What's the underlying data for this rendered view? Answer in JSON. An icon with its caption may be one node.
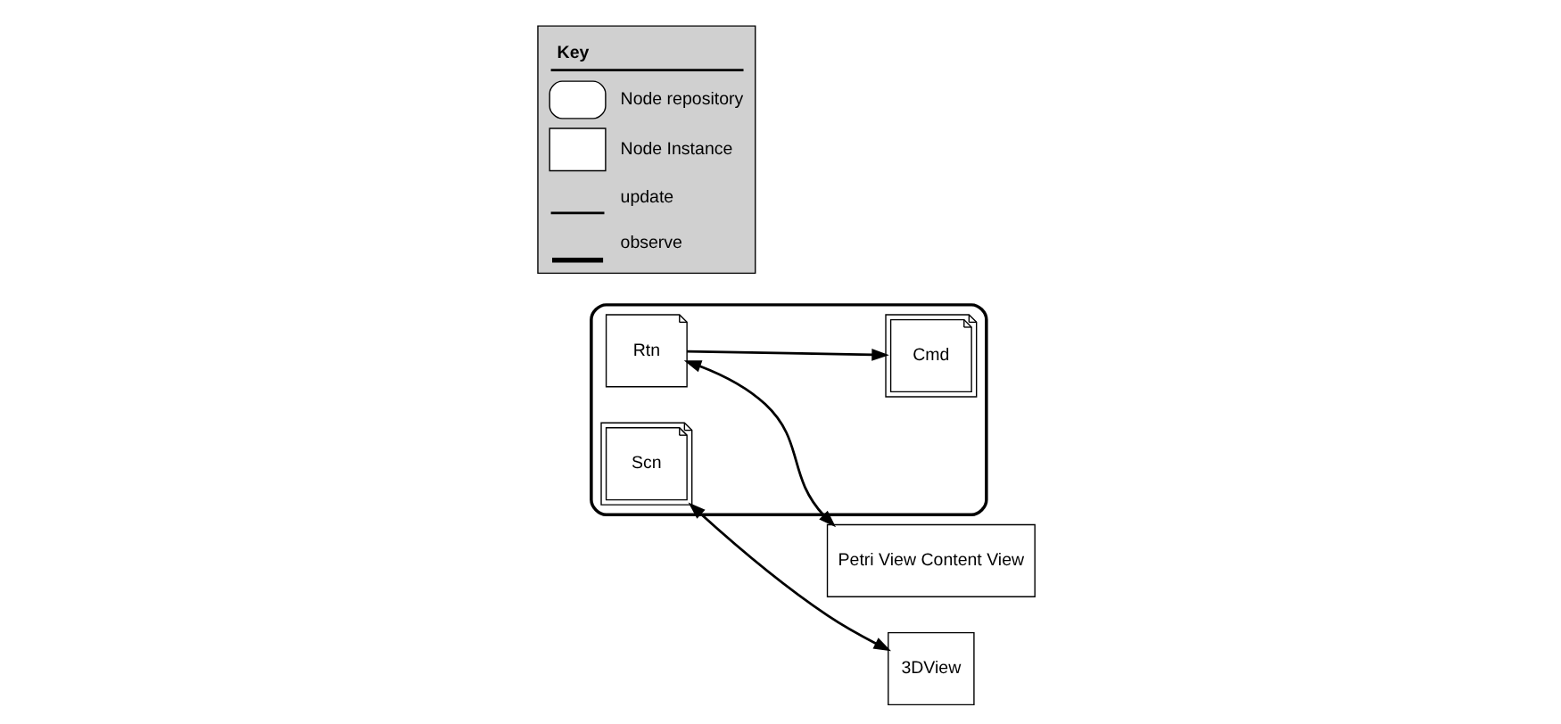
{
  "diagram": {
    "nodes": [
      {
        "text": [],
        "shape": "cylinder"
      },
      {
        "text": [
          "Cmd"
        ],
        "in": 0
      },
      {
        "text": [
          "Rtn"
        ],
        "in": 0
      },
      {
        "text": [
          "Scn"
        ],
        "in": 0
      },
      {
        "text": [
          "Petri View Content View"
        ]
      },
      {
        "text": [
          "3DView"
        ]
      }
    ],
    "edges": [
      {
        "from": 2,
        "to": 1,
        "arrow": "to"
      },
      {
        "from": 2,
        "to": 4,
        "arrow": "both"
      },
      {
        "from": 3,
        "to": 5,
        "arrow": "both"
      }
    ],
    "labels": [
      "Key"
    ],
    "legend": [
      {
        "text": "Node repository"
      },
      {
        "text": "Node Instance"
      },
      {
        "text": "update"
      },
      {
        "text": "observe"
      }
    ]
  }
}
